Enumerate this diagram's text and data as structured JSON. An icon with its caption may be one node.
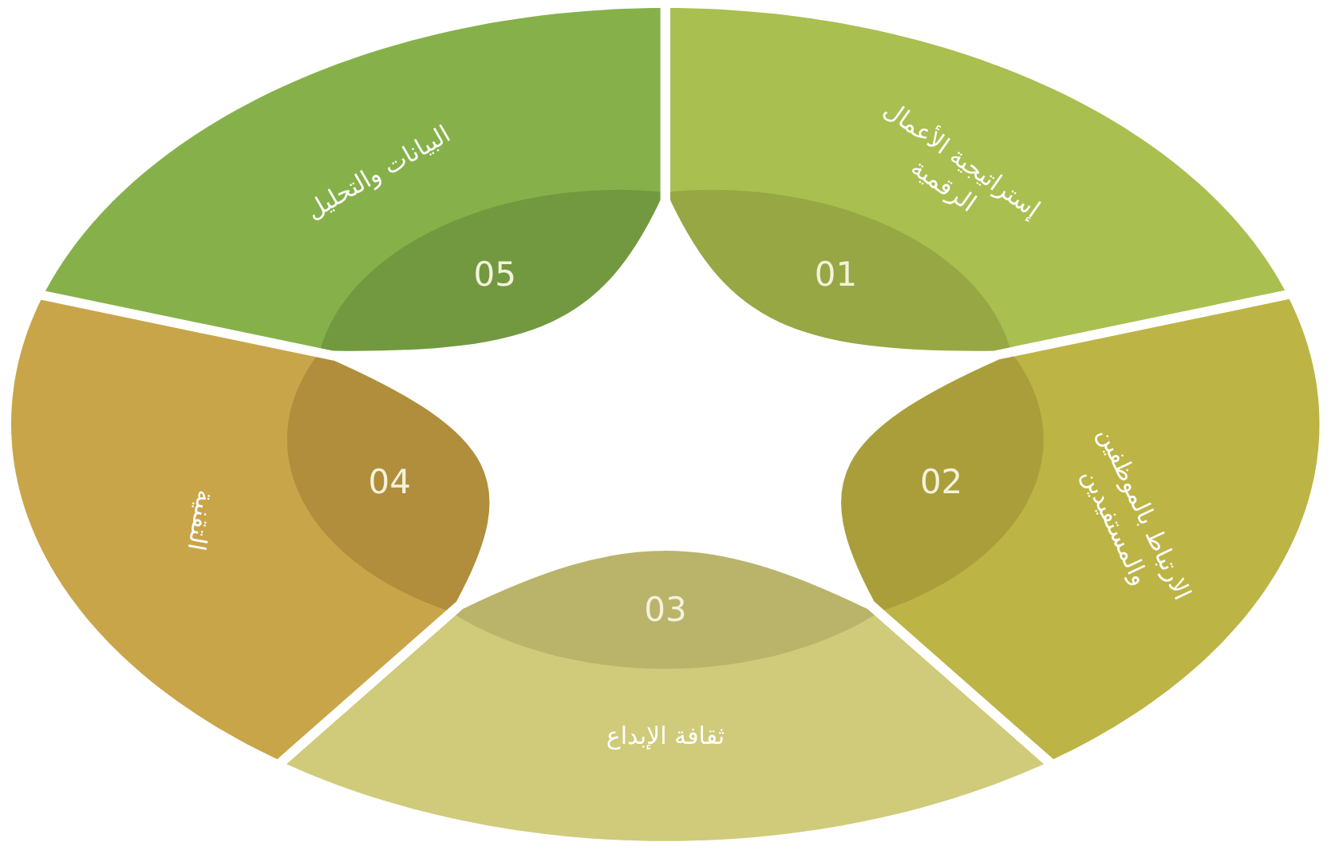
{
  "diagram": {
    "nodes": [
      {
        "text": [
          "إستراتيجية الأعمال الرقمية",
          "01"
        ]
      },
      {
        "text": [
          "الارتباط بالموظفين والمستفيدين",
          "02"
        ]
      },
      {
        "text": [
          "03",
          "ثقافة الإبداع"
        ]
      },
      {
        "text": [
          "التقنية",
          "04"
        ]
      },
      {
        "text": [
          "البيانات والتحليل",
          "05"
        ]
      }
    ]
  }
}
